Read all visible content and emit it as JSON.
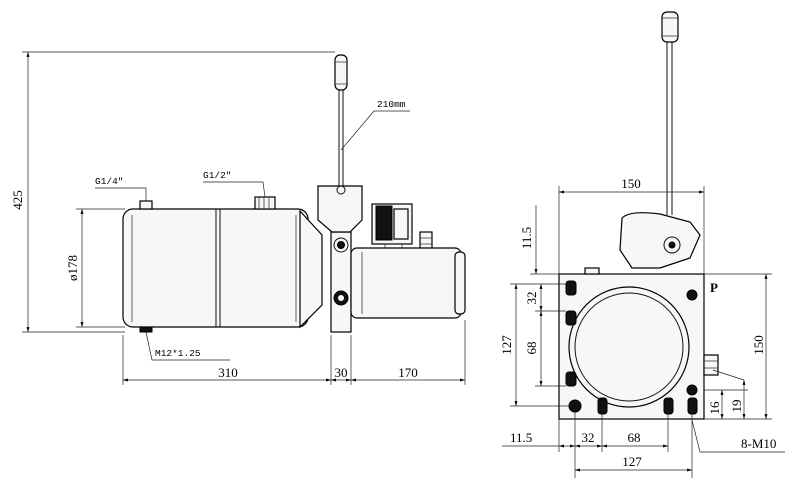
{
  "side_view": {
    "overall_height": "425",
    "tank_diameter": "ø178",
    "lever_length": "210mm",
    "port_small": "G1/4\"",
    "port_large": "G1/2\"",
    "drain_thread": "M12*1.25",
    "tank_length": "310",
    "block_width": "30",
    "motor_length": "170"
  },
  "end_view": {
    "width_top": "150",
    "offset_top": "11.5",
    "hole_spacing_32": "32",
    "hole_spacing_68": "68",
    "height_127": "127",
    "height_150": "150",
    "port_label": "P",
    "dim_16": "16",
    "dim_19": "19",
    "bottom_offset": "11.5",
    "bottom_32": "32",
    "bottom_68": "68",
    "bottom_127": "127",
    "bolt_spec": "8-M10"
  }
}
